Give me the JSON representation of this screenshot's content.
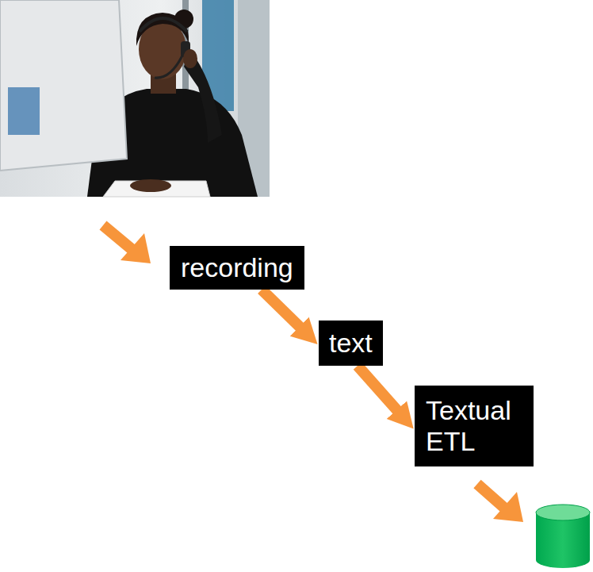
{
  "diagram": {
    "nodes": [
      {
        "text": [
          "recording"
        ]
      },
      {
        "text": [
          "text"
        ]
      },
      {
        "text": [
          "Textual ETL"
        ]
      }
    ],
    "edges": [
      {
        "from": 0,
        "to": 1,
        "arrow": "to"
      },
      {
        "from": 1,
        "to": 2,
        "arrow": "to"
      }
    ]
  }
}
